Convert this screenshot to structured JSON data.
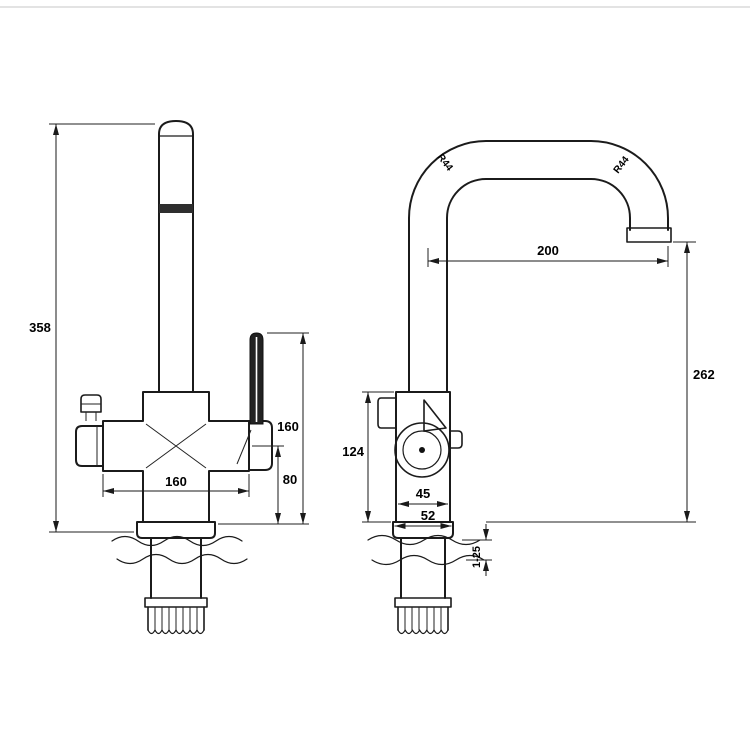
{
  "drawing": {
    "background": "#ffffff",
    "line_color": "#1b1b1b",
    "front_view": {
      "dim_total_height": "358",
      "dim_lever_height": "160",
      "dim_center_to_deck": "80",
      "dim_handle_span": "160"
    },
    "side_view": {
      "dim_reach": "200",
      "dim_outlet_height": "262",
      "dim_body_height": "124",
      "dim_body_width": "45",
      "dim_base_width": "52",
      "dim_deck_range": "1-25",
      "dim_radius_left": "R44",
      "dim_radius_right": "R44"
    }
  }
}
